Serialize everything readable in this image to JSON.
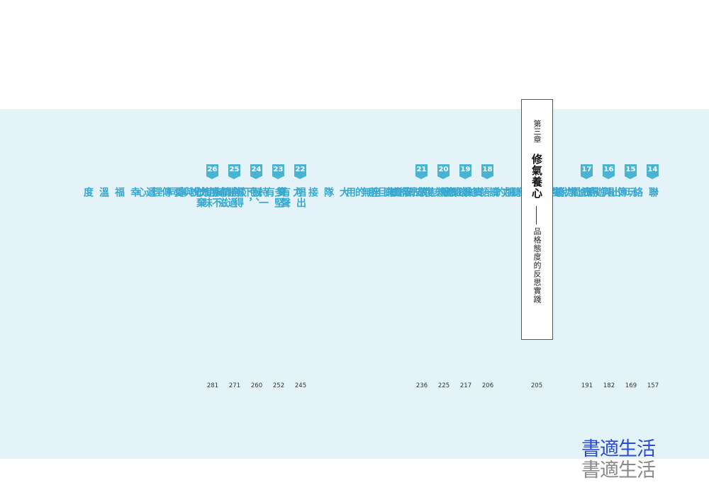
{
  "chapter": {
    "label": "第三章",
    "title": "修氣養心",
    "subtitle": "品格態度的反思實踐",
    "page": "205"
  },
  "entries_right": [
    {
      "num": "14",
      "title": "聯絡簿與時間管理",
      "page": "157"
    },
    {
      "num": "15",
      "title": "玩出遊戲力與寫作力",
      "page": "169"
    },
    {
      "num": "16",
      "title": "唱得比說得好聽的語文課",
      "page": "182"
    },
    {
      "num": "17",
      "title": "日常生活的閱讀實踐家",
      "page": "191"
    }
  ],
  "entries_middle": [
    {
      "num": "18",
      "title": "一條班規用到底",
      "page": "206"
    },
    {
      "num": "19",
      "title": "誰應該去掃廁所",
      "page": "217"
    },
    {
      "num": "20",
      "title": "報復昂貴且無用",
      "page": "225"
    },
    {
      "num": "21",
      "title": "敬陪末座的大隊接力賽",
      "page": "236"
    }
  ],
  "entries_left": [
    {
      "num": "22",
      "title": "唱出有聲有色、唱得有滋有味",
      "page": "245"
    },
    {
      "num": "23",
      "title": "多堅持一下，勝過永不放棄",
      "page": "252"
    },
    {
      "num": "24",
      "title": "既談情也說愛",
      "page": "260"
    },
    {
      "num": "25",
      "title": "自制力與同理心",
      "page": "271"
    },
    {
      "num": "26",
      "title": "用分享傳遞幸福溫度",
      "page": "281"
    }
  ],
  "watermark": {
    "line1": "書適生活",
    "line2": "書適生活"
  },
  "colors": {
    "band": "#e3f3f8",
    "badge": "#4ab3d2",
    "title": "#3aa9cf",
    "watermark_blue": "#2c4bd4",
    "watermark_gray": "#8a8a8a"
  }
}
